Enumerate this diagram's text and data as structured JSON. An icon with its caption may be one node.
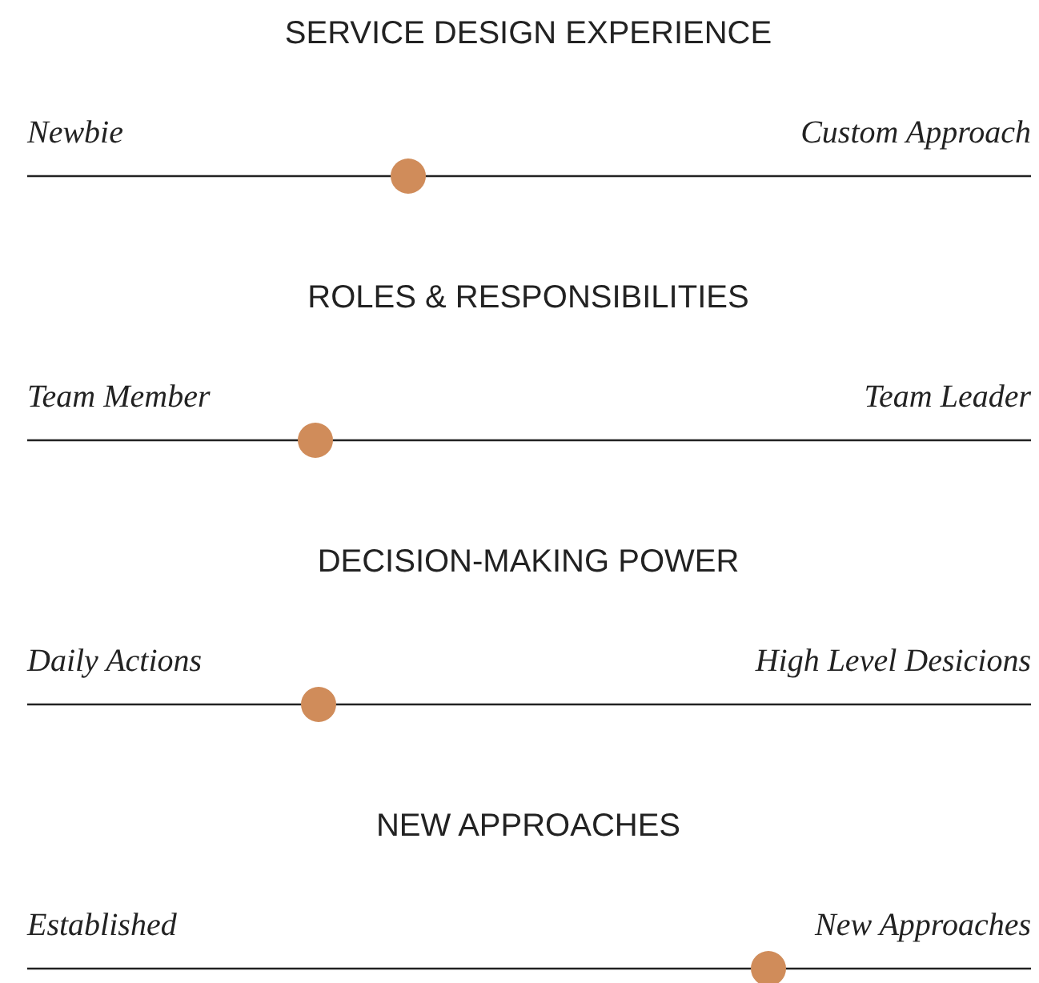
{
  "diagram": {
    "labels": [
      "SERVICE DESIGN EXPERIENCE",
      "Newbie",
      "Custom Approach",
      "ROLES & RESPONSIBILITIES",
      "Team Member",
      "Team Leader",
      "DECISION-MAKING POWER",
      "Daily Actions",
      "High Level Desicions",
      "NEW APPROACHES",
      "Established",
      "New Approaches"
    ]
  }
}
